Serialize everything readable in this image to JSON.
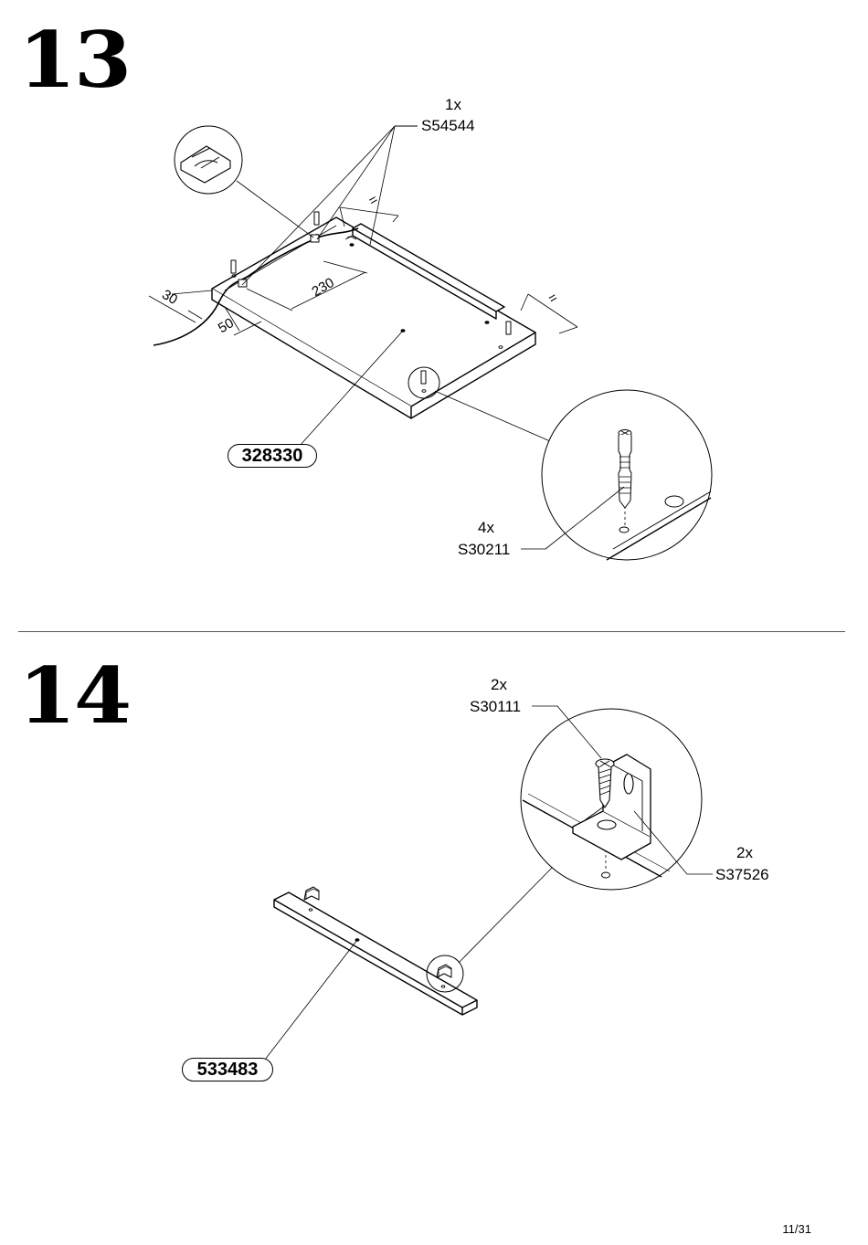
{
  "steps": [
    {
      "number": "13",
      "panel_part": "328330",
      "callouts": [
        {
          "qty": "1x",
          "code": "S54544"
        },
        {
          "qty": "4x",
          "code": "S30211"
        }
      ],
      "dimensions": [
        "30",
        "50",
        "230",
        "=",
        "="
      ]
    },
    {
      "number": "14",
      "panel_part": "533483",
      "callouts": [
        {
          "qty": "2x",
          "code": "S30111"
        },
        {
          "qty": "2x",
          "code": "S37526"
        }
      ]
    }
  ],
  "page": "11/31"
}
